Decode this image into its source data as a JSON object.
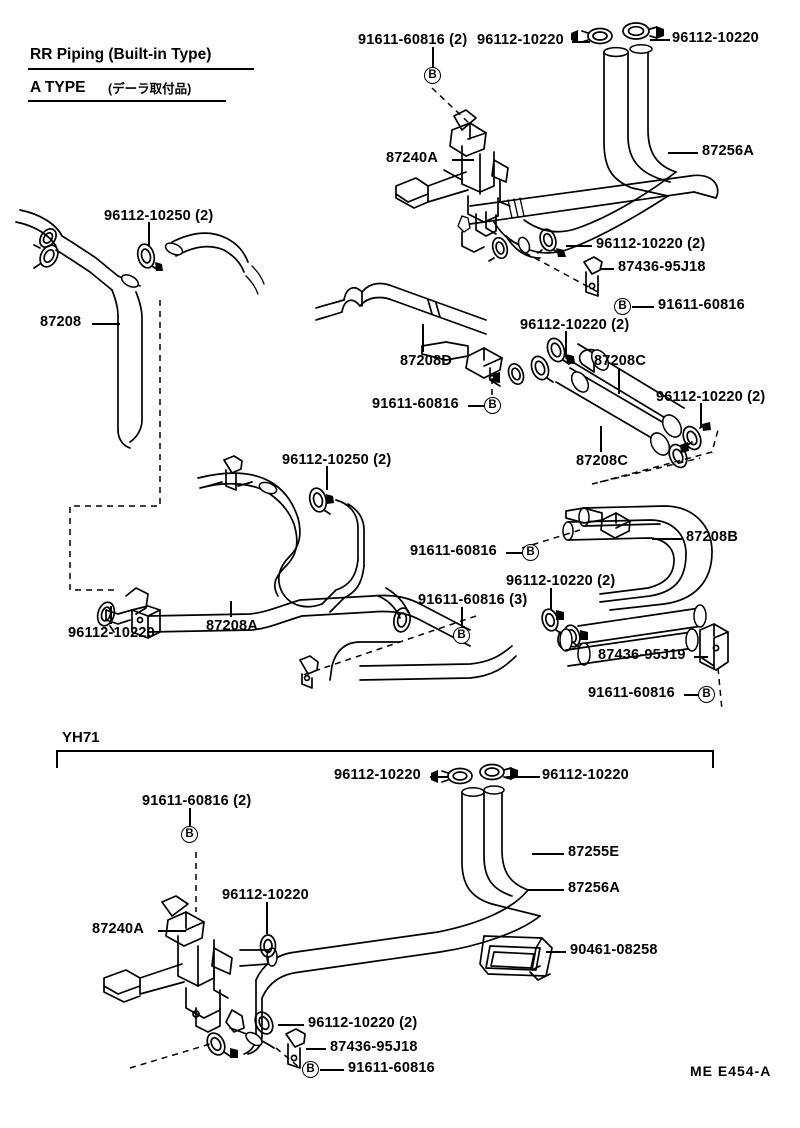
{
  "document": {
    "title_main": "RR Piping (Built-in Type)",
    "title_sub_type": "A  TYPE",
    "title_sub_note": "(デーラ取付品)",
    "sheet_code": "ME  E454-A",
    "section_b_name": "YH71"
  },
  "section_a": {
    "labels": [
      {
        "id": "a01",
        "text": "91611-60816 (2)"
      },
      {
        "id": "a02",
        "text": "96112-10220"
      },
      {
        "id": "a03",
        "text": "96112-10220"
      },
      {
        "id": "a04",
        "text": "87256A"
      },
      {
        "id": "a05",
        "text": "87240A"
      },
      {
        "id": "a06",
        "text": "96112-10250 (2)"
      },
      {
        "id": "a07",
        "text": "87208"
      },
      {
        "id": "a08",
        "text": "96112-10220 (2)"
      },
      {
        "id": "a09",
        "text": "87436-95J18"
      },
      {
        "id": "a10",
        "text": "91611-60816"
      },
      {
        "id": "a11",
        "text": "96112-10220 (2)"
      },
      {
        "id": "a12",
        "text": "87208D"
      },
      {
        "id": "a13",
        "text": "87208C"
      },
      {
        "id": "a14",
        "text": "91611-60816"
      },
      {
        "id": "a15",
        "text": "96112-10220 (2)"
      },
      {
        "id": "a16",
        "text": "87208C"
      },
      {
        "id": "a17",
        "text": "96112-10250 (2)"
      },
      {
        "id": "a18",
        "text": "87208B"
      },
      {
        "id": "a19",
        "text": "91611-60816"
      },
      {
        "id": "a20",
        "text": "96112-10220 (2)"
      },
      {
        "id": "a21",
        "text": "91611-60816 (3)"
      },
      {
        "id": "a22",
        "text": "96112-10220"
      },
      {
        "id": "a23",
        "text": "87208A"
      },
      {
        "id": "a24",
        "text": "87436-95J19"
      },
      {
        "id": "a25",
        "text": "91611-60816"
      }
    ]
  },
  "section_b": {
    "labels": [
      {
        "id": "b01",
        "text": "96112-10220"
      },
      {
        "id": "b02",
        "text": "96112-10220"
      },
      {
        "id": "b03",
        "text": "91611-60816 (2)"
      },
      {
        "id": "b04",
        "text": "87255E"
      },
      {
        "id": "b05",
        "text": "87256A"
      },
      {
        "id": "b06",
        "text": "96112-10220"
      },
      {
        "id": "b07",
        "text": "87240A"
      },
      {
        "id": "b08",
        "text": "90461-08258"
      },
      {
        "id": "b09",
        "text": "96112-10220 (2)"
      },
      {
        "id": "b10",
        "text": "87436-95J18"
      },
      {
        "id": "b11",
        "text": "91611-60816"
      }
    ]
  },
  "markers": {
    "letter_b": "B"
  }
}
